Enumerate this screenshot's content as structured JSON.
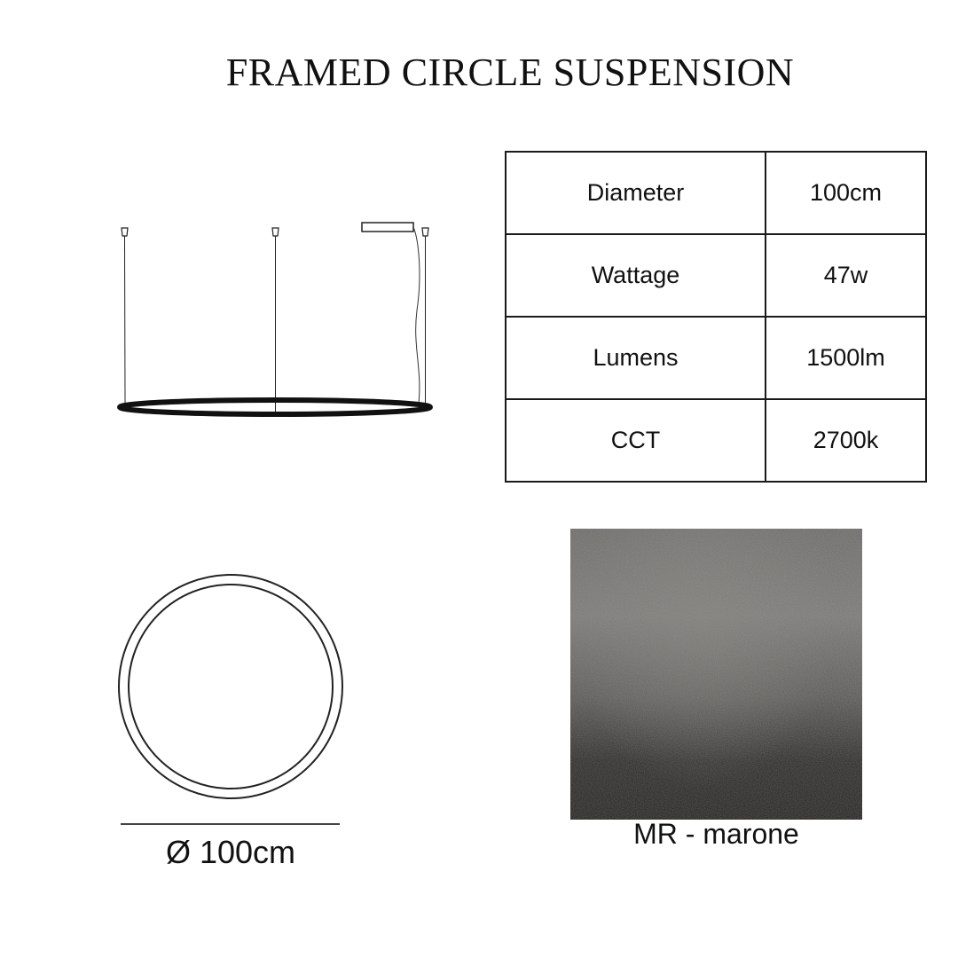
{
  "title": "FRAMED CIRCLE SUSPENSION",
  "specs": [
    {
      "label": "Diameter",
      "value": "100cm"
    },
    {
      "label": "Wattage",
      "value": "47w"
    },
    {
      "label": "Lumens",
      "value": "1500lm"
    },
    {
      "label": "CCT",
      "value": "2700k"
    }
  ],
  "dimension_label": "Ø 100cm",
  "finish": {
    "label": "MR - marone",
    "colors": {
      "light": "#7a7875",
      "dark": "#242220"
    }
  }
}
